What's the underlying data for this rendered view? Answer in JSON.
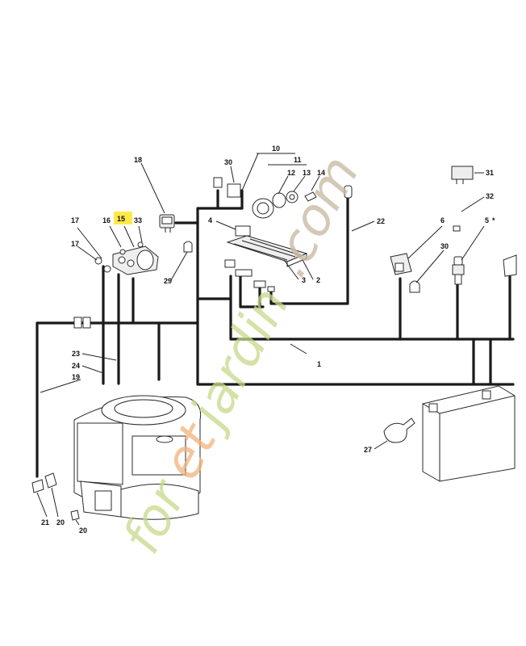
{
  "callouts": [
    {
      "id": "c1",
      "text": "1"
    },
    {
      "id": "c2",
      "text": "2"
    },
    {
      "id": "c3",
      "text": "3"
    },
    {
      "id": "c4",
      "text": "4"
    },
    {
      "id": "c5",
      "text": "5"
    },
    {
      "id": "c5star",
      "text": "*"
    },
    {
      "id": "c6",
      "text": "6"
    },
    {
      "id": "c10",
      "text": "10"
    },
    {
      "id": "c11",
      "text": "11"
    },
    {
      "id": "c12",
      "text": "12"
    },
    {
      "id": "c13",
      "text": "13"
    },
    {
      "id": "c14",
      "text": "14"
    },
    {
      "id": "c15",
      "text": "15"
    },
    {
      "id": "c16",
      "text": "16"
    },
    {
      "id": "c17a",
      "text": "17"
    },
    {
      "id": "c17b",
      "text": "17"
    },
    {
      "id": "c18",
      "text": "18"
    },
    {
      "id": "c19",
      "text": "19"
    },
    {
      "id": "c20a",
      "text": "20"
    },
    {
      "id": "c20b",
      "text": "20"
    },
    {
      "id": "c21",
      "text": "21"
    },
    {
      "id": "c22",
      "text": "22"
    },
    {
      "id": "c23",
      "text": "23"
    },
    {
      "id": "c24",
      "text": "24"
    },
    {
      "id": "c27",
      "text": "27"
    },
    {
      "id": "c29",
      "text": "29"
    },
    {
      "id": "c30a",
      "text": "30"
    },
    {
      "id": "c30b",
      "text": "30"
    },
    {
      "id": "c31",
      "text": "31"
    },
    {
      "id": "c32",
      "text": "32"
    },
    {
      "id": "c33",
      "text": "33"
    }
  ],
  "highlighted_part": "15",
  "highlight_color": "#ffe94a",
  "watermark": {
    "part1": "for",
    "part2": "et",
    "part3": "jardin",
    "part4": ".com",
    "colors": [
      "#c7d98a",
      "#f2b27a",
      "#c9bca4"
    ]
  }
}
